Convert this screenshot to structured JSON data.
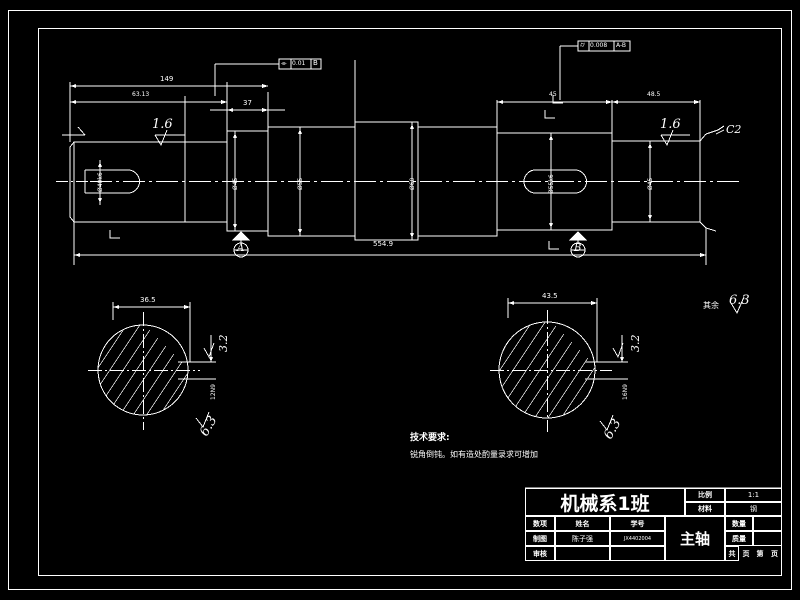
{
  "drawing": {
    "kind": "mechanical-part-drawing",
    "part_title": "主轴",
    "class_title": "机械系1班",
    "line_color": "#ffffff",
    "background_color": "#000000"
  },
  "main_view": {
    "name": "shaft-front-view",
    "length_dims": [
      {
        "id": "d-63-13",
        "text": "63.13"
      },
      {
        "id": "d-149",
        "text": "149"
      },
      {
        "id": "d-37",
        "text": "37"
      },
      {
        "id": "d-45",
        "text": "45"
      },
      {
        "id": "d-48-5",
        "text": "48.5"
      },
      {
        "id": "d-total",
        "text": "554.9"
      }
    ],
    "diameter_dims": [
      {
        "id": "dia-left",
        "text": "Ø40k6"
      },
      {
        "id": "dia-s2",
        "text": "Ø45"
      },
      {
        "id": "dia-s3",
        "text": "Ø55"
      },
      {
        "id": "dia-mid",
        "text": "Ø60"
      },
      {
        "id": "dia-s5",
        "text": "Ø55k6"
      },
      {
        "id": "dia-right",
        "text": "Ø45"
      }
    ],
    "chamfer_note": "C2",
    "roughness_left": "1.6",
    "roughness_right": "1.6",
    "datums": [
      {
        "id": "datum-a",
        "letter": "A"
      },
      {
        "id": "datum-b",
        "letter": "B"
      }
    ],
    "tolerance_frames": [
      {
        "id": "tol-left",
        "symbol": "⌯",
        "value": "0.01",
        "datum": "B"
      },
      {
        "id": "tol-right",
        "symbol": "⌭",
        "value": "0.008",
        "datum": "A-B"
      }
    ]
  },
  "section_a": {
    "name": "section-a-a",
    "label": "A",
    "width_dim": "36.5",
    "key_dim": "3.2",
    "tol_dim": "12N9",
    "roughness": "6.3"
  },
  "section_b": {
    "name": "section-b-b",
    "label": "B",
    "width_dim": "43.5",
    "key_dim": "3.2",
    "tol_dim": "16N9",
    "roughness": "6.3"
  },
  "general_roughness": {
    "prefix": "其余",
    "value": "6.3"
  },
  "tech_requirements": {
    "heading": "技术要求:",
    "lines": [
      "锐角倒钝。如有造处酌量录求可增加"
    ]
  },
  "title_block": {
    "class_name": "机械系1班",
    "part_name": "主轴",
    "rows": {
      "header_labels": [
        "数项",
        "姓名",
        "学号"
      ],
      "draw_row": {
        "label": "制图",
        "name": "陈子强",
        "id": "JX4402004"
      },
      "check_row": {
        "label": "审核",
        "name": "",
        "id": ""
      }
    },
    "right": {
      "scale_label": "比例",
      "scale_value": "1:1",
      "material_label": "材料",
      "material_value": "钢",
      "qty_label": "数量",
      "qty_value": "",
      "mass_label": "质量",
      "mass_value": "",
      "page_text": [
        "共",
        "页",
        "第",
        "页"
      ]
    }
  }
}
